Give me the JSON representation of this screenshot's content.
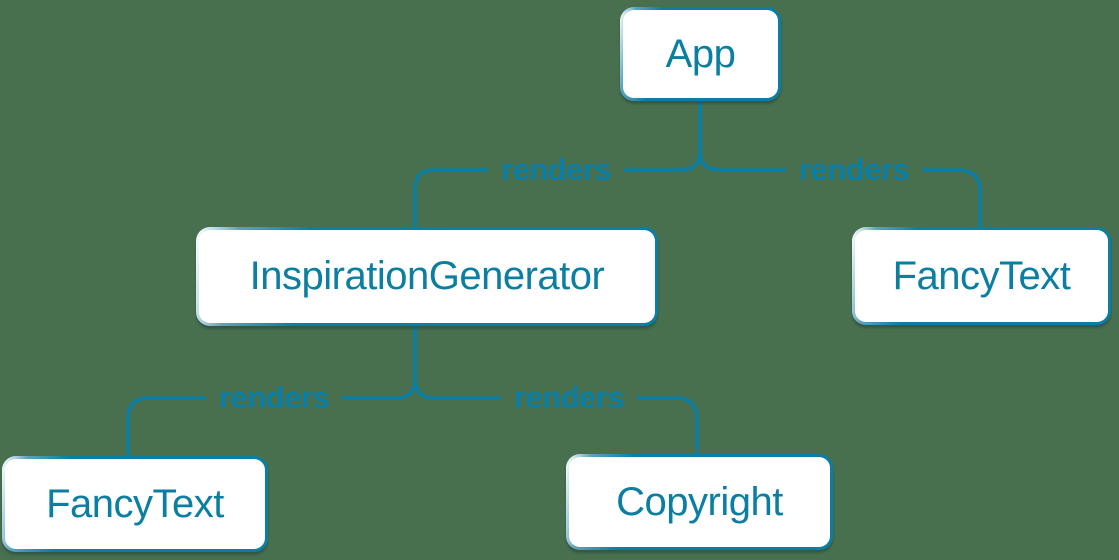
{
  "colors": {
    "background": "#49704E",
    "accent": "#0A7EA4",
    "node_fill": "#FFFFFF",
    "node_text": "#0B7EA2"
  },
  "diagram": {
    "type": "component-render-tree",
    "nodes": [
      {
        "id": "app",
        "label": "App"
      },
      {
        "id": "inspiration-generator",
        "label": "InspirationGenerator"
      },
      {
        "id": "fancy-text-top",
        "label": "FancyText"
      },
      {
        "id": "fancy-text-bottom",
        "label": "FancyText"
      },
      {
        "id": "copyright",
        "label": "Copyright"
      }
    ],
    "edges": [
      {
        "from": "App",
        "to": "InspirationGenerator",
        "label": "renders"
      },
      {
        "from": "App",
        "to": "FancyText",
        "label": "renders"
      },
      {
        "from": "InspirationGenerator",
        "to": "FancyText",
        "label": "renders"
      },
      {
        "from": "InspirationGenerator",
        "to": "Copyright",
        "label": "renders"
      }
    ]
  }
}
